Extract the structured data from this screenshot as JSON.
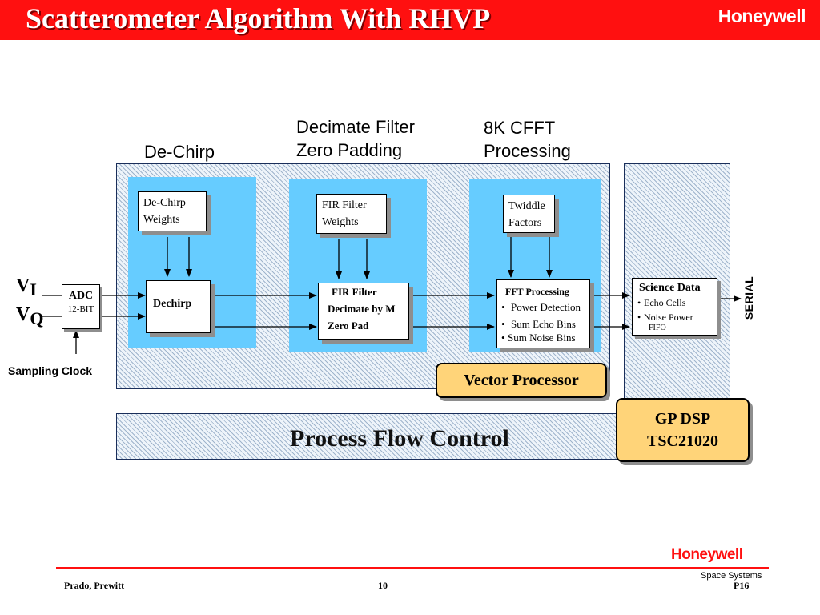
{
  "slide": {
    "title": "Scatterometer Algorithm With RHVP",
    "brand": "Honeywell"
  },
  "stages": {
    "dechirp_label": "De-Chirp",
    "decimate_line1": "Decimate Filter",
    "decimate_line2": "Zero Padding",
    "cfft_line1": "8K CFFT",
    "cfft_line2": "Processing"
  },
  "inputs": {
    "vi_main": "V",
    "vi_sub": "I",
    "vq_main": "V",
    "vq_sub": "Q",
    "sampling_clock": "Sampling Clock"
  },
  "blocks": {
    "adc_title": "ADC",
    "adc_sub": "12-BIT",
    "dechirp_weights_line1": "De-Chirp",
    "dechirp_weights_line2": "Weights",
    "dechirp": "Dechirp",
    "fir_weights_line1": "FIR Filter",
    "fir_weights_line2": "Weights",
    "fir_line1": "FIR Filter",
    "fir_line2": "Decimate by M",
    "fir_line3": "Zero Pad",
    "twiddle_line1": "Twiddle",
    "twiddle_line2": "Factors",
    "fft_title": "FFT Processing",
    "fft_items": [
      "Power Detection",
      "Sum Echo Bins",
      "Sum Noise Bins"
    ],
    "science_title": "Science Data",
    "science_items": [
      "Echo Cells",
      "Noise Power"
    ],
    "science_fifo": "FIFO",
    "serial": "SERIAL"
  },
  "labels": {
    "vector_processor": "Vector Processor",
    "gp_dsp_line1": "GP DSP",
    "gp_dsp_line2": "TSC21020",
    "process_flow": "Process Flow Control"
  },
  "footer": {
    "brand": "Honeywell",
    "division": "Space Systems",
    "authors": "Prado, Prewitt",
    "page": "10",
    "slide_id": "P16"
  },
  "colors": {
    "header_red": "#ff1010",
    "light_blue": "#66ccff",
    "callout_orange": "#ffd479",
    "frame_navy": "#1a2e5a"
  }
}
